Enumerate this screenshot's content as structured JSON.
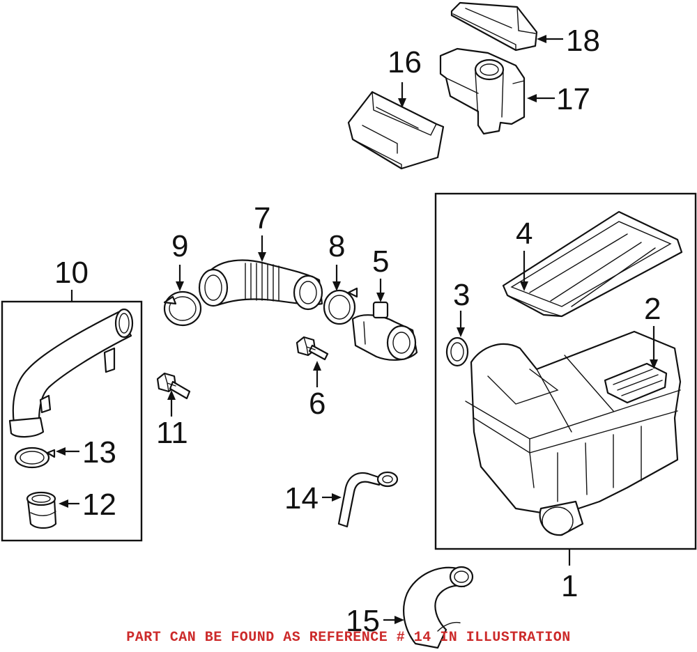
{
  "diagram": {
    "callouts": {
      "p1": "1",
      "p2": "2",
      "p3": "3",
      "p4": "4",
      "p5": "5",
      "p6": "6",
      "p7": "7",
      "p8": "8",
      "p9": "9",
      "p10": "10",
      "p11": "11",
      "p12": "12",
      "p13": "13",
      "p14": "14",
      "p15": "15",
      "p16": "16",
      "p17": "17",
      "p18": "18"
    },
    "notice": "PART CAN BE FOUND AS REFERENCE # 14 IN ILLUSTRATION",
    "colors": {
      "line": "#111111",
      "notice": "#cc2a2a",
      "background": "#ffffff"
    }
  }
}
